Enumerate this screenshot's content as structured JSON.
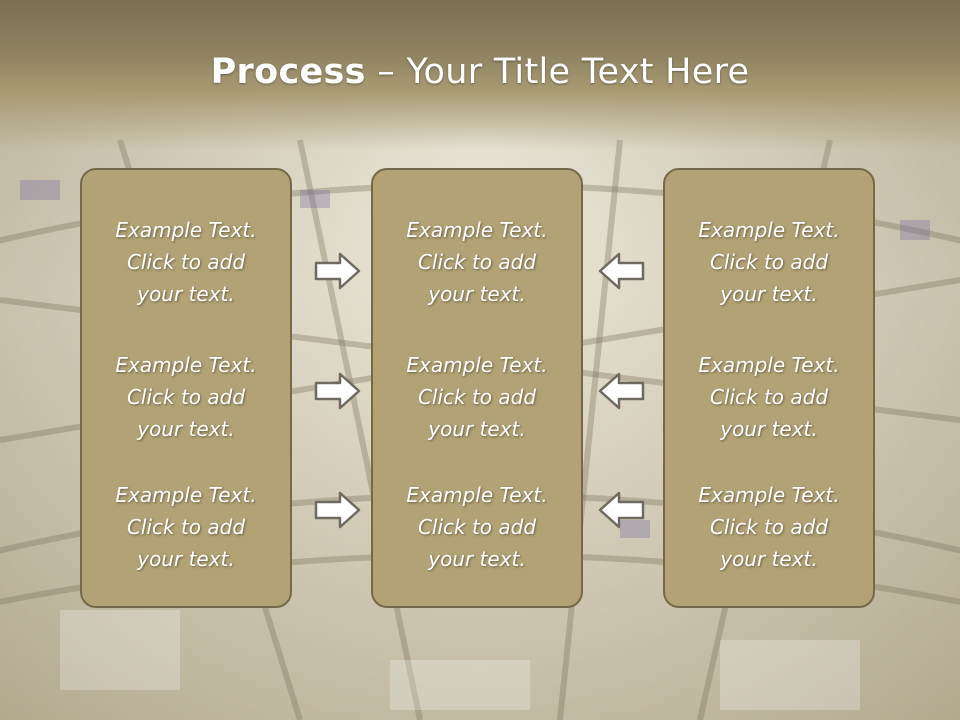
{
  "slide": {
    "title_bold": "Process",
    "title_rest": " – Your Title Text Here"
  },
  "columns": [
    {
      "items": [
        {
          "line1": "Example Text.",
          "line2": "Click  to add",
          "line3": "your text."
        },
        {
          "line1": "Example Text.",
          "line2": "Click  to add",
          "line3": "your text."
        },
        {
          "line1": "Example Text.",
          "line2": "Click  to add",
          "line3": "your text."
        }
      ]
    },
    {
      "items": [
        {
          "line1": "Example Text.",
          "line2": "Click  to add",
          "line3": "your text."
        },
        {
          "line1": "Example Text.",
          "line2": "Click  to add",
          "line3": "your text."
        },
        {
          "line1": "Example Text.",
          "line2": "Click  to add",
          "line3": "your text."
        }
      ]
    },
    {
      "items": [
        {
          "line1": "Example Text.",
          "line2": "Click  to add",
          "line3": "your text."
        },
        {
          "line1": "Example Text.",
          "line2": "Click  to add",
          "line3": "your text."
        },
        {
          "line1": "Example Text.",
          "line2": "Click  to add",
          "line3": "your text."
        }
      ]
    }
  ],
  "arrows": {
    "left_group": [
      "arrow-right-icon",
      "arrow-right-icon",
      "arrow-right-icon"
    ],
    "right_group": [
      "arrow-left-icon",
      "arrow-left-icon",
      "arrow-left-icon"
    ]
  },
  "colors": {
    "box_fill": "#b2a276",
    "box_border": "#76694a",
    "header": "#8d8160",
    "text": "#ffffff"
  }
}
